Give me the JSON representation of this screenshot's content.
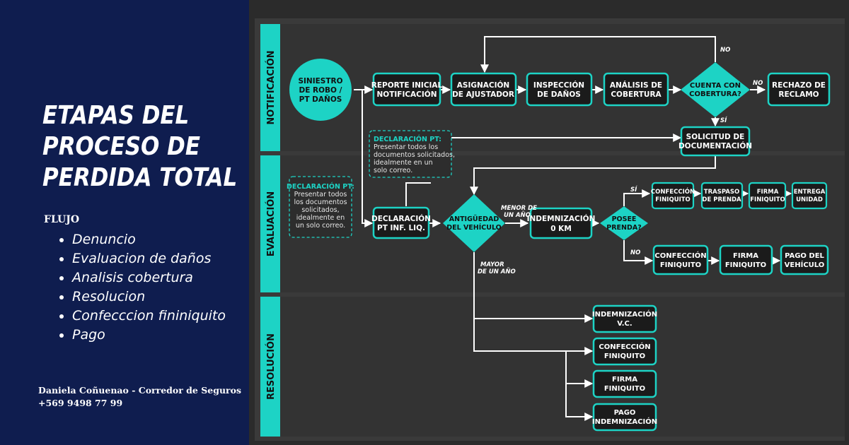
{
  "title": [
    "ETAPAS DEL",
    "PROCESO DE",
    "PERDIDA TOTAL"
  ],
  "flow_label": "FLUJO",
  "stages": [
    "Denuncio",
    "Evaluacion de daños",
    "Analisis cobertura",
    "Resolucion",
    "Confecccion fininiquito",
    "Pago"
  ],
  "author": {
    "name_line": "Daniela Coñuenao  - Corredor de Seguros",
    "phone": "+569 9498 77 99"
  },
  "colors": {
    "panel_bg": "#0f1d4f",
    "diagram_bg": "#2b2b2b",
    "accent": "#1dd3c5",
    "box_fill": "#1b1b1b"
  },
  "diagram": {
    "lanes": {
      "notification": "NOTIFICACIÓN",
      "evaluation": "EVALUACIÓN",
      "resolution": "RESOLUCIÓN"
    },
    "nodes": {
      "siniestro": [
        "SINIESTRO",
        "DE ROBO /",
        "PT DAÑOS"
      ],
      "reporte": [
        "REPORTE INICIAL",
        "NOTIFICACIÓN"
      ],
      "asignacion": [
        "ASIGNACIÓN",
        "DE AJUSTADOR"
      ],
      "inspeccion": [
        "INSPECCIÓN",
        "DE DAÑOS"
      ],
      "analisis": [
        "ANÁLISIS DE",
        "COBERTURA"
      ],
      "cuenta": [
        "CUENTA CON",
        "COBERTURA?"
      ],
      "rechazo": [
        "RECHAZO DE",
        "RECLAMO"
      ],
      "solicitud": [
        "SOLICITUD DE",
        "DOCUMENTACIÓN"
      ],
      "declaracion": [
        "DECLARACIÓN",
        "PT INF. LIQ."
      ],
      "antiguedad": [
        "ANTIGÜEDAD",
        "DEL VEHÍCULO"
      ],
      "indem_0km": [
        "INDEMNIZACIÓN",
        "0 KM"
      ],
      "posee": [
        "POSEE",
        "PRENDA?"
      ],
      "conf_a": [
        "CONFECCIÓN",
        "FINIQUITO"
      ],
      "traspaso": [
        "TRASPASO",
        "DE PRENDA"
      ],
      "firma_a": [
        "FIRMA",
        "FINIQUITO"
      ],
      "entrega": [
        "ENTREGA",
        "UNIDAD"
      ],
      "conf_b": [
        "CONFECCIÓN",
        "FINIQUITO"
      ],
      "firma_b": [
        "FIRMA",
        "FINIQUITO"
      ],
      "pago_vehiculo": [
        "PAGO DEL",
        "VEHÍCULO"
      ],
      "indem_vc": [
        "INDEMNIZACIÓN",
        "V.C."
      ],
      "conf_c": [
        "CONFECCIÓN",
        "FINIQUITO"
      ],
      "firma_c": [
        "FIRMA",
        "FINIQUITO"
      ],
      "pago_indem": [
        "PAGO",
        "INDEMNIZACIÓN"
      ]
    },
    "notes": {
      "note1": {
        "title": "DECLARACIÓN PT:",
        "body": [
          "Presentar todos los",
          "documentos solicitados,",
          "idealmente en un",
          "solo correo."
        ]
      },
      "note2": {
        "title": "DECLARACIÓN PT:",
        "body": [
          "Presentar todos",
          "los documentos",
          "solicitados,",
          "idealmente en",
          "un solo correo."
        ]
      }
    },
    "edge_labels": {
      "no_top": "NO",
      "no_right": "NO",
      "si_down": "SÍ",
      "menor": [
        "MENOR DE",
        "UN AÑO"
      ],
      "mayor": [
        "MAYOR",
        "DE UN AÑO"
      ],
      "si_prenda": "SÍ",
      "no_prenda": "NO"
    }
  }
}
